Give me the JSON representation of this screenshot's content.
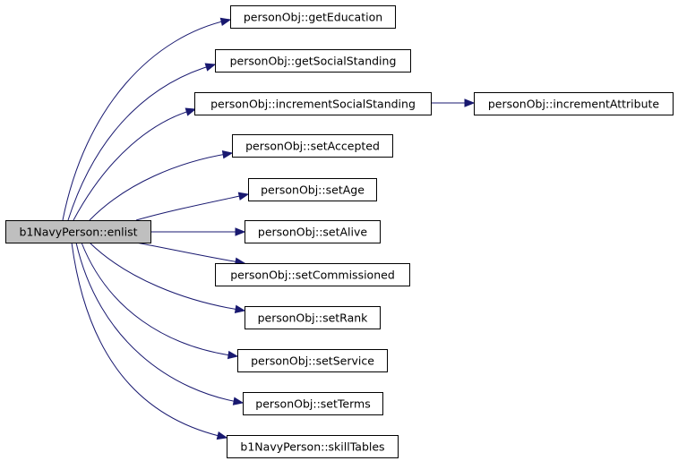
{
  "graph": {
    "root": {
      "id": "root",
      "label": "b1NavyPerson::enlist"
    },
    "nodes": [
      {
        "id": "getEducation",
        "label": "personObj::getEducation"
      },
      {
        "id": "getSocialStanding",
        "label": "personObj::getSocialStanding"
      },
      {
        "id": "incrementSocialStanding",
        "label": "personObj::incrementSocialStanding"
      },
      {
        "id": "incrementAttribute",
        "label": "personObj::incrementAttribute"
      },
      {
        "id": "setAccepted",
        "label": "personObj::setAccepted"
      },
      {
        "id": "setAge",
        "label": "personObj::setAge"
      },
      {
        "id": "setAlive",
        "label": "personObj::setAlive"
      },
      {
        "id": "setCommissioned",
        "label": "personObj::setCommissioned"
      },
      {
        "id": "setRank",
        "label": "personObj::setRank"
      },
      {
        "id": "setService",
        "label": "personObj::setService"
      },
      {
        "id": "setTerms",
        "label": "personObj::setTerms"
      },
      {
        "id": "skillTables",
        "label": "b1NavyPerson::skillTables"
      }
    ],
    "edges": [
      {
        "from": "root",
        "to": "getEducation"
      },
      {
        "from": "root",
        "to": "getSocialStanding"
      },
      {
        "from": "root",
        "to": "incrementSocialStanding"
      },
      {
        "from": "incrementSocialStanding",
        "to": "incrementAttribute"
      },
      {
        "from": "root",
        "to": "setAccepted"
      },
      {
        "from": "root",
        "to": "setAge"
      },
      {
        "from": "root",
        "to": "setAlive"
      },
      {
        "from": "root",
        "to": "setCommissioned"
      },
      {
        "from": "root",
        "to": "setRank"
      },
      {
        "from": "root",
        "to": "setService"
      },
      {
        "from": "root",
        "to": "setTerms"
      },
      {
        "from": "root",
        "to": "skillTables"
      }
    ],
    "colors": {
      "edge": "#191970",
      "root_fill": "#bfbfbf",
      "node_fill": "#ffffff",
      "border": "#000000"
    }
  }
}
